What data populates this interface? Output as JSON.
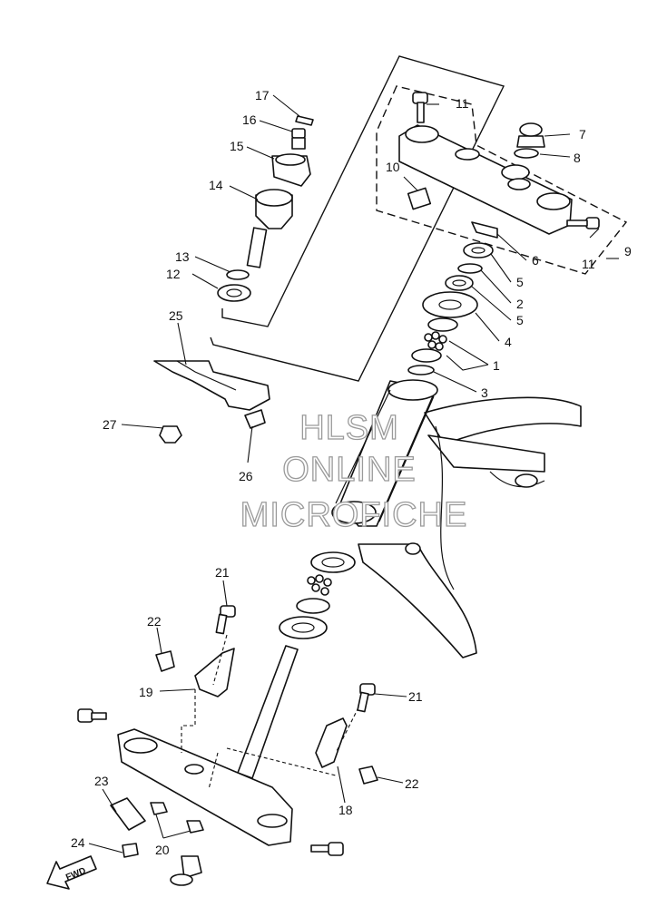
{
  "watermark": {
    "line1": "HLSM",
    "line2": "ONLINE",
    "line3": "MICROFICHE"
  },
  "direction_marker": "FWD",
  "callouts": [
    "1",
    "2",
    "3",
    "4",
    "5",
    "5",
    "6",
    "7",
    "8",
    "9",
    "10",
    "11",
    "11",
    "12",
    "13",
    "14",
    "15",
    "16",
    "17",
    "18",
    "19",
    "20",
    "21",
    "21",
    "22",
    "22",
    "23",
    "24",
    "25",
    "26",
    "27"
  ]
}
